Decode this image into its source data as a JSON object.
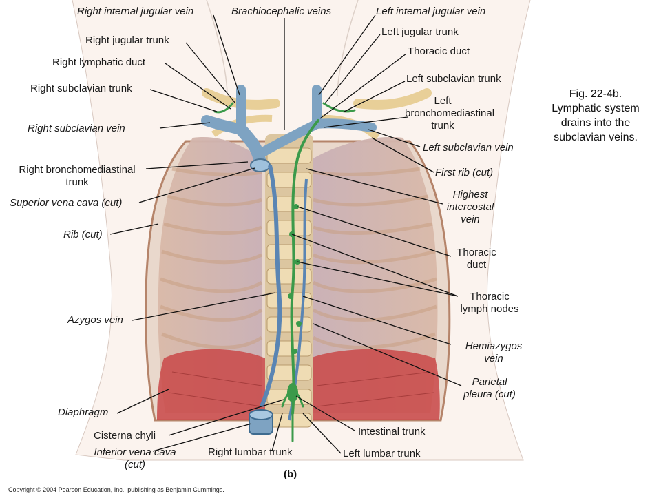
{
  "figure": {
    "caption": [
      "Fig. 22-4b.",
      "Lymphatic system",
      "drains into the",
      "subclavian veins."
    ],
    "panel_label": "(b)",
    "copyright": "Copyright © 2004 Pearson Education, Inc., publishing as Benjamin Cummings.",
    "colors": {
      "vein": "#7ea3c2",
      "lymph": "#3b9a4a",
      "rib": "#e4c79a",
      "muscle": "#c94848",
      "pleura": "#c9b4b8",
      "bone": "#e8cf98"
    }
  },
  "labels": {
    "right_internal_jugular_vein": "Right internal jugular vein",
    "brachiocephalic_veins": "Brachiocephalic veins",
    "left_internal_jugular_vein": "Left internal jugular vein",
    "right_jugular_trunk": "Right jugular trunk",
    "left_jugular_trunk": "Left jugular trunk",
    "right_lymphatic_duct": "Right lymphatic duct",
    "thoracic_duct_top": "Thoracic duct",
    "right_subclavian_trunk": "Right subclavian trunk",
    "left_subclavian_trunk": "Left subclavian trunk",
    "left_bronchomediastinal_trunk": [
      "Left",
      "bronchomediastinal",
      "trunk"
    ],
    "right_subclavian_vein": "Right subclavian vein",
    "left_subclavian_vein": "Left subclavian vein",
    "right_bronchomediastinal_trunk": [
      "Right bronchomediastinal",
      "trunk"
    ],
    "first_rib": "First rib (cut)",
    "superior_vena_cava": "Superior vena cava (cut)",
    "highest_intercostal_vein": [
      "Highest",
      "intercostal",
      "vein"
    ],
    "rib_cut": "Rib (cut)",
    "thoracic_duct_mid": [
      "Thoracic",
      "duct"
    ],
    "thoracic_lymph_nodes": [
      "Thoracic",
      "lymph nodes"
    ],
    "azygos_vein": "Azygos vein",
    "hemiazygos_vein": [
      "Hemiazygos",
      "vein"
    ],
    "parietal_pleura": [
      "Parietal",
      "pleura (cut)"
    ],
    "diaphragm": "Diaphragm",
    "cisterna_chyli": "Cisterna chyli",
    "intestinal_trunk": "Intestinal trunk",
    "inferior_vena_cava": [
      "Inferior vena cava",
      "(cut)"
    ],
    "right_lumbar_trunk": "Right lumbar trunk",
    "left_lumbar_trunk": "Left lumbar trunk"
  }
}
